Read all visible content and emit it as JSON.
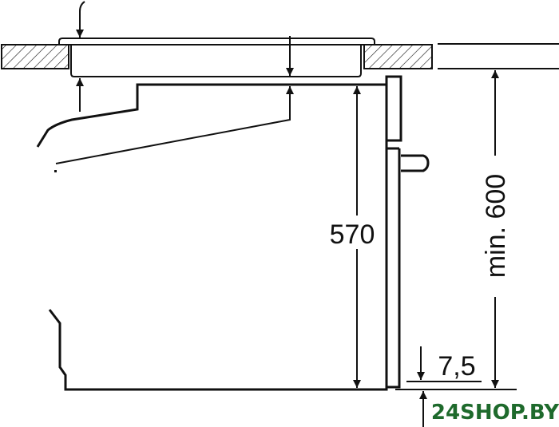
{
  "diagram": {
    "dimensions": {
      "oven_height": "570",
      "niche_height": "min. 600",
      "bottom_gap": "7,5"
    },
    "watermark": "24SHOP.BY",
    "colors": {
      "line": "#111111",
      "watermark": "#1e6a2c"
    }
  }
}
